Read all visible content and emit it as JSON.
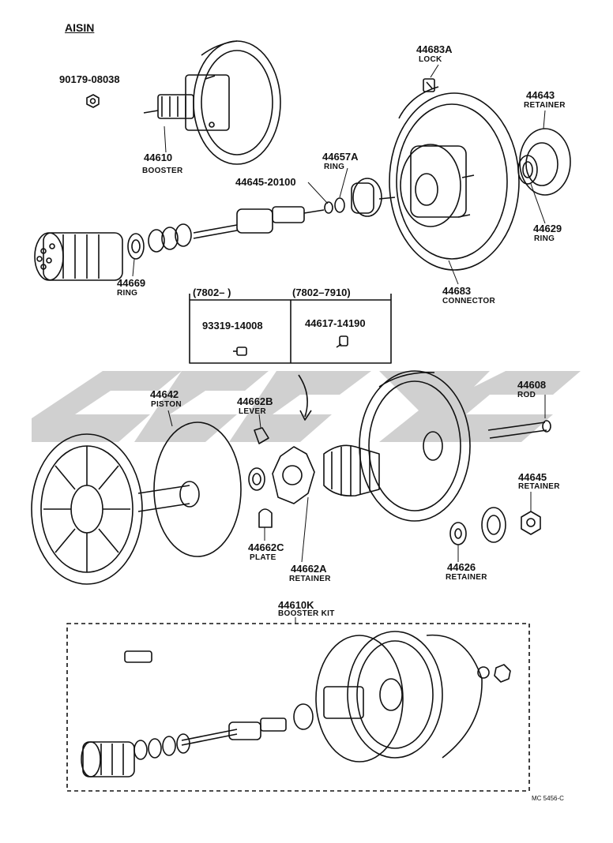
{
  "brand": "AISIN",
  "drawing_code": "MC 5456-C",
  "watermark_colors": {
    "fill": "#c8c8c8"
  },
  "variants": [
    {
      "range": "(7802–        )",
      "part": "93319-14008"
    },
    {
      "range": "(7802–7910)",
      "part": "44617-14190"
    }
  ],
  "labels": {
    "p90179": "90179-08038",
    "p44610": "44610",
    "n44610": "BOOSTER",
    "p44683A": "44683A",
    "n44683A": "LOCK",
    "p44643": "44643",
    "n44643": "RETAINER",
    "p44657A": "44657A",
    "n44657A": "RING",
    "p44645_20100": "44645-20100",
    "p44629": "44629",
    "n44629": "RING",
    "p44669": "44669",
    "n44669": "RING",
    "p44683": "44683",
    "n44683": "CONNECTOR",
    "p44642": "44642",
    "n44642": "PISTON",
    "p44662B": "44662B",
    "n44662B": "LEVER",
    "p44608": "44608",
    "n44608": "ROD",
    "p44645": "44645",
    "n44645": "RETAINER",
    "p44662C": "44662C",
    "n44662C": "PLATE",
    "p44662A": "44662A",
    "n44662A": "RETAINER",
    "p44626": "44626",
    "n44626": "RETAINER",
    "p44610K": "44610K",
    "n44610K": "BOOSTER KIT"
  }
}
